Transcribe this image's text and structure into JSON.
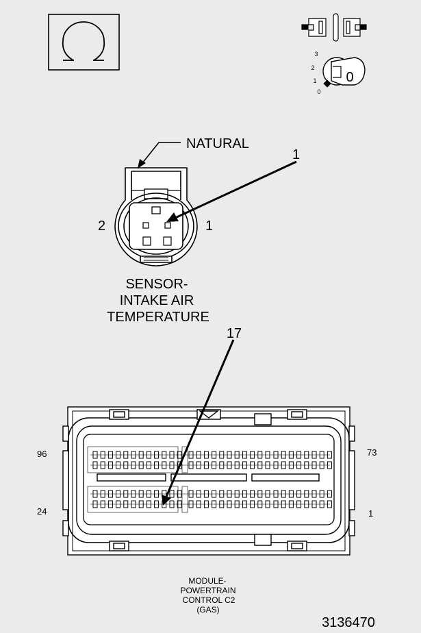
{
  "meter_symbol": "ohm-icon",
  "ignition_positions": [
    "3",
    "2",
    "1",
    "0"
  ],
  "key_label": "0",
  "sensor": {
    "color_label": "NATURAL",
    "callout": "1",
    "pin_left": "2",
    "pin_right": "1",
    "title_lines": [
      "SENSOR-",
      "INTAKE AIR",
      "TEMPERATURE"
    ]
  },
  "pcm": {
    "callout": "17",
    "pin_96": "96",
    "pin_24": "24",
    "pin_73": "73",
    "pin_1": "1",
    "title_lines": [
      "MODULE-",
      "POWERTRAIN",
      "CONTROL C2",
      "(GAS)"
    ]
  },
  "figure_id": "3136470",
  "colors": {
    "background": "#ebebeb",
    "line": "#000000"
  }
}
